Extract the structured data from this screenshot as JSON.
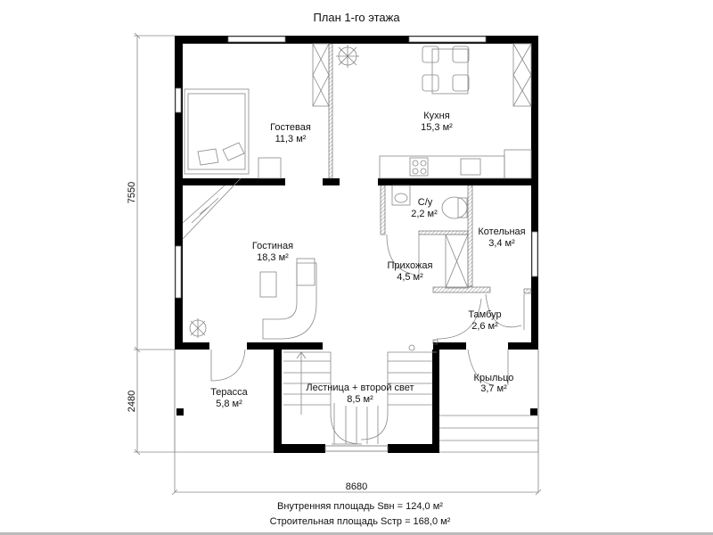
{
  "title": "План 1-го этажа",
  "rooms": [
    {
      "name": "Гостевая",
      "area": "11,3 м²"
    },
    {
      "name": "Кухня",
      "area": "15,3 м²"
    },
    {
      "name": "С/у",
      "area": "2,2 м²"
    },
    {
      "name": "Котельная",
      "area": "3,4 м²"
    },
    {
      "name": "Гостиная",
      "area": "18,3 м²"
    },
    {
      "name": "Прихожая",
      "area": "4,5 м²"
    },
    {
      "name": "Тамбур",
      "area": "2,6 м²"
    },
    {
      "name": "Терасса",
      "area": "5,8 м²"
    },
    {
      "name": "Лестница + второй свет",
      "area": "8,5 м²"
    },
    {
      "name": "Крыльцо",
      "area": "3,7 м²"
    }
  ],
  "dimensions": {
    "height_main": "7550",
    "height_porch": "2480",
    "width": "8680"
  },
  "summary": {
    "internal_area": "Внутренняя площадь Sвн = 124,0 м²",
    "building_area": "Строительная площадь Sстр = 168,0 м²"
  }
}
